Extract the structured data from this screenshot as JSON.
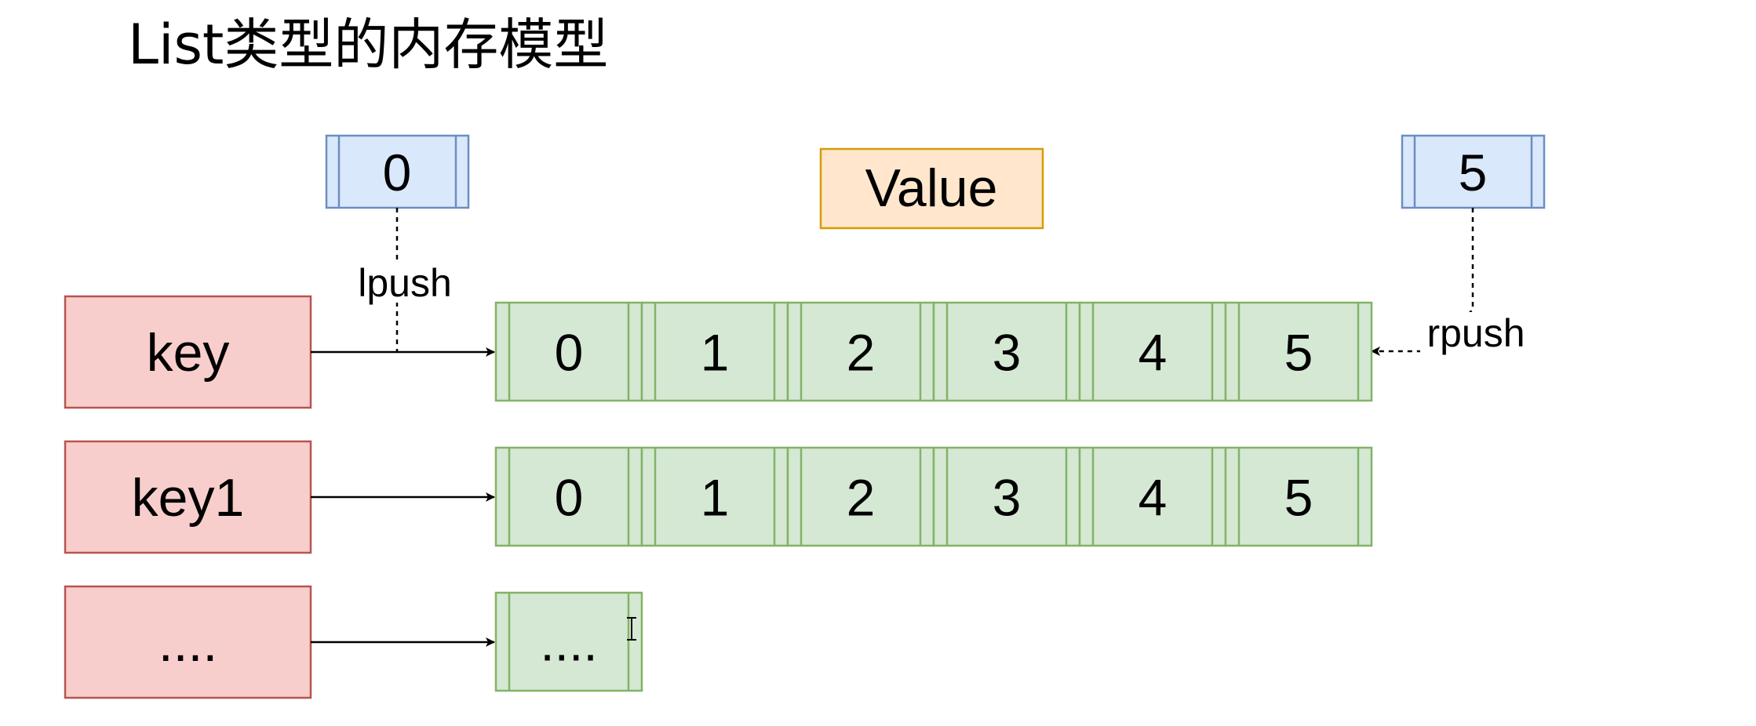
{
  "title": "List类型的内存模型",
  "value_label": "Value",
  "lpush": {
    "element": "0",
    "label": "lpush"
  },
  "rpush": {
    "element": "5",
    "label": "rpush"
  },
  "rows": [
    {
      "key": "key",
      "cells": [
        "0",
        "1",
        "2",
        "3",
        "4",
        "5"
      ]
    },
    {
      "key": "key1",
      "cells": [
        "0",
        "1",
        "2",
        "3",
        "4",
        "5"
      ]
    },
    {
      "key": "....",
      "cells": [
        "...."
      ]
    }
  ],
  "colors": {
    "key_fill": "#f8cecc",
    "key_stroke": "#b85450",
    "cell_fill": "#d5e8d4",
    "cell_stroke": "#82b366",
    "push_fill": "#dae8fc",
    "push_stroke": "#6c8ebf",
    "value_fill": "#ffe6cc",
    "value_stroke": "#d79b00"
  }
}
